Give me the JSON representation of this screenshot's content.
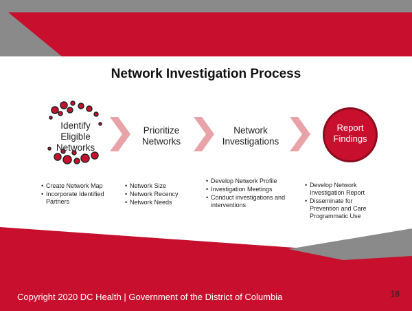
{
  "slide": {
    "title": "Network Investigation Process",
    "colors": {
      "accent_red": "#c8102e",
      "dark_red": "#8b0b1e",
      "gray": "#8a8a8a",
      "chevron": "#e8a3a8"
    },
    "stages": [
      {
        "label_lines": [
          "Identify",
          "Eligible",
          "Networks"
        ],
        "bullets": [
          "Create Network Map",
          "Incorporate Identified Partners"
        ]
      },
      {
        "label_lines": [
          "Prioritize",
          "Networks"
        ],
        "bullets": [
          "Network Size",
          "Network Recency",
          "Network Needs"
        ]
      },
      {
        "label_lines": [
          "Network",
          "Investigations"
        ],
        "bullets": [
          "Develop Network Profile",
          "Investigation Meetings",
          "Conduct investigations and interventions"
        ]
      },
      {
        "label_lines": [
          "Report",
          "Findings"
        ],
        "bullets": [
          "Develop Network Investigation Report",
          "Disseminate for Prevention and Care Programmatic Use"
        ]
      }
    ],
    "footer": "Copyright 2020 DC Health | Government of the District of Columbia",
    "page_number": "18"
  }
}
